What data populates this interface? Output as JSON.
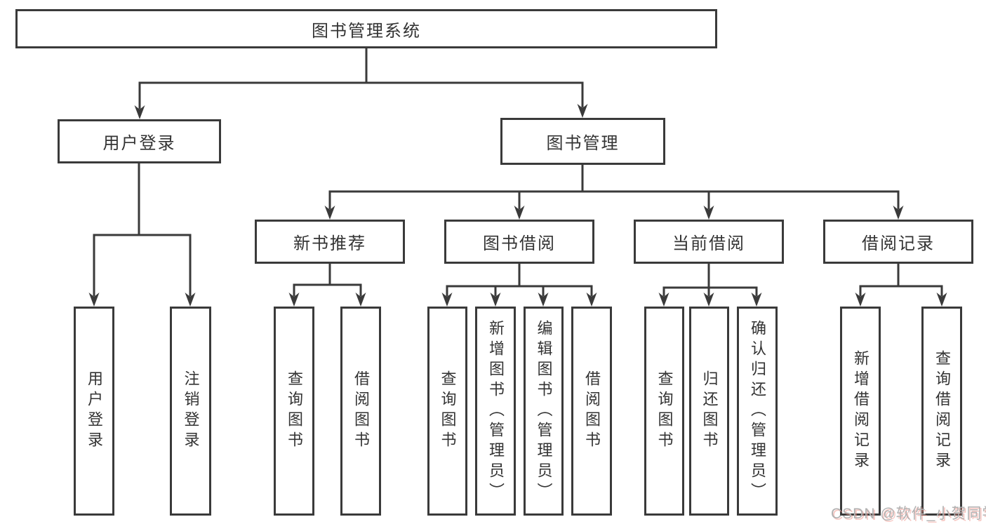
{
  "diagram": {
    "root": {
      "label": "图书管理系统"
    },
    "branches": [
      {
        "label": "用户登录",
        "children": [
          {
            "label": "用户登录"
          },
          {
            "label": "注销登录"
          }
        ]
      },
      {
        "label": "图书管理",
        "children": [
          {
            "label": "新书推荐",
            "children": [
              {
                "label": "查询图书"
              },
              {
                "label": "借阅图书"
              }
            ]
          },
          {
            "label": "图书借阅",
            "children": [
              {
                "label": "查询图书"
              },
              {
                "label": "新增图书（管理员）"
              },
              {
                "label": "编辑图书（管理员）"
              },
              {
                "label": "借阅图书"
              }
            ]
          },
          {
            "label": "当前借阅",
            "children": [
              {
                "label": "查询图书"
              },
              {
                "label": "归还图书"
              },
              {
                "label": "确认归还（管理员）"
              }
            ]
          },
          {
            "label": "借阅记录",
            "children": [
              {
                "label": "新增借阅记录"
              },
              {
                "label": "查询借阅记录"
              }
            ]
          }
        ]
      }
    ]
  },
  "colors": {
    "line": "#3a3a3a",
    "box_border": "#3a3a3a",
    "text": "#333333",
    "watermark_text": "#b1b1b1",
    "watermark_shadow": "#f09086"
  },
  "watermark": {
    "text": "CSDN @软件_小贺同学"
  }
}
